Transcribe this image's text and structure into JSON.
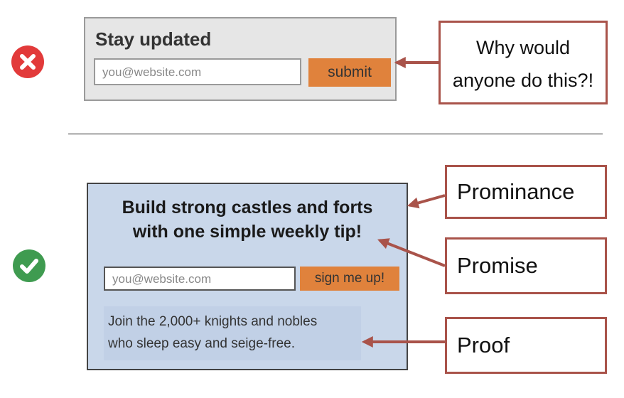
{
  "colors": {
    "error_red": "#e23a3a",
    "success_green": "#3f9b50",
    "button_orange": "#e0823c",
    "callout_border": "#a9534a"
  },
  "icons": {
    "bad": "x-circle-icon",
    "good": "check-circle-icon"
  },
  "bad_form": {
    "title": "Stay updated",
    "email_placeholder": "you@website.com",
    "submit_label": "submit"
  },
  "good_form": {
    "headline_line1": "Build strong castles and forts",
    "headline_line2": "with one simple weekly tip!",
    "email_placeholder": "you@website.com",
    "submit_label": "sign me up!",
    "proof_line1": "Join the 2,000+ knights and nobles",
    "proof_line2": "who sleep easy and seige-free."
  },
  "callouts": {
    "why_line1": "Why would",
    "why_line2": "anyone do this?!",
    "prominance": "Prominance",
    "promise": "Promise",
    "proof": "Proof"
  }
}
